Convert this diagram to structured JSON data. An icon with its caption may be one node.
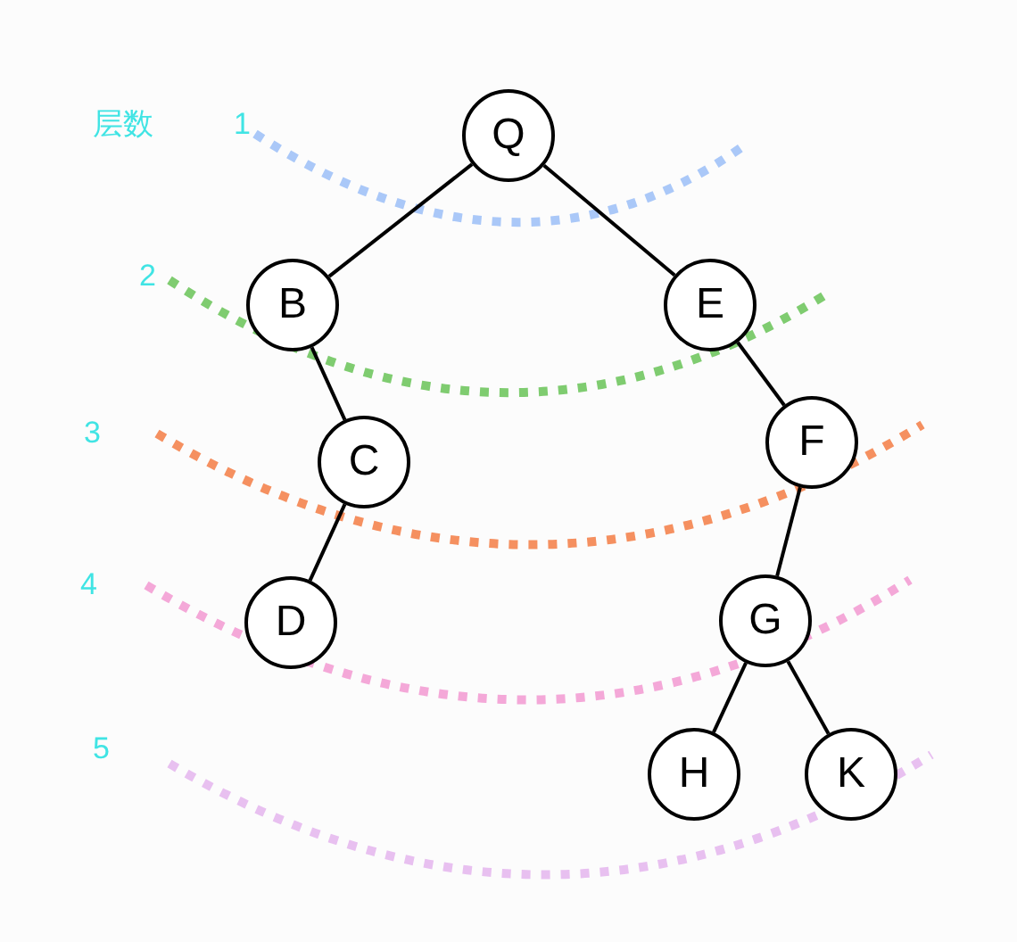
{
  "diagram": {
    "nodes": [
      {
        "text": [
          "Q"
        ]
      },
      {
        "text": [
          "B"
        ]
      },
      {
        "text": [
          "E"
        ]
      },
      {
        "text": [
          "C"
        ]
      },
      {
        "text": [
          "F"
        ]
      },
      {
        "text": [
          "D"
        ]
      },
      {
        "text": [
          "G"
        ]
      },
      {
        "text": [
          "H"
        ]
      },
      {
        "text": [
          "K"
        ]
      }
    ],
    "edges": [
      {
        "from": 0,
        "to": 1,
        "arrow": "none"
      },
      {
        "from": 0,
        "to": 2,
        "arrow": "none"
      },
      {
        "from": 1,
        "to": 3,
        "arrow": "none"
      },
      {
        "from": 2,
        "to": 4,
        "arrow": "none"
      },
      {
        "from": 3,
        "to": 5,
        "arrow": "none"
      },
      {
        "from": 4,
        "to": 6,
        "arrow": "none"
      },
      {
        "from": 6,
        "to": 7,
        "arrow": "none"
      },
      {
        "from": 6,
        "to": 8,
        "arrow": "none"
      }
    ],
    "labels": [
      "层数",
      "1",
      "2",
      "3",
      "4",
      "5"
    ]
  }
}
